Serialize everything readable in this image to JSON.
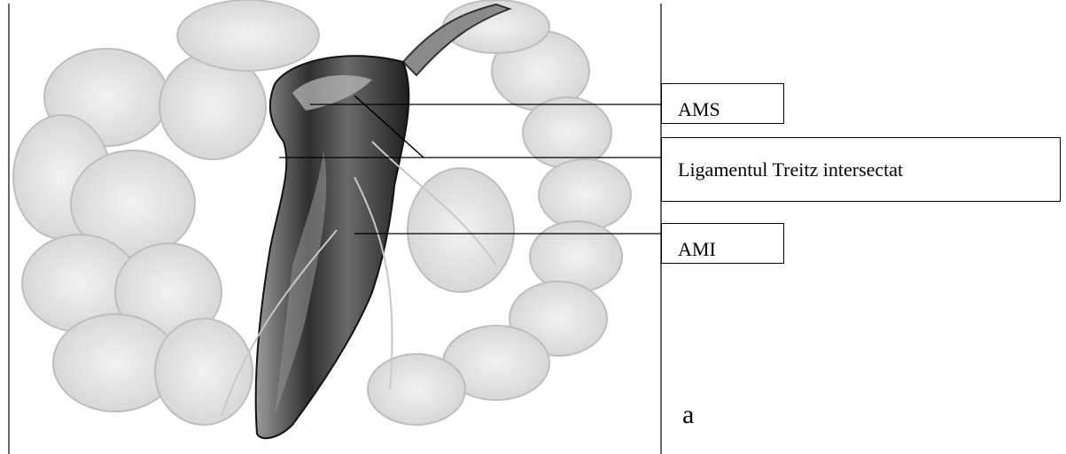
{
  "labels": {
    "ams": "AMS",
    "treitz": "Ligamentul Treitz intersectat",
    "ami": "AMI"
  },
  "panel_letter": "a",
  "colors": {
    "background": "#ffffff",
    "organ_light": "#e6e6e6",
    "organ_mid": "#cfcfcf",
    "organ_dark": "#3a3a3a",
    "line": "#000000"
  }
}
